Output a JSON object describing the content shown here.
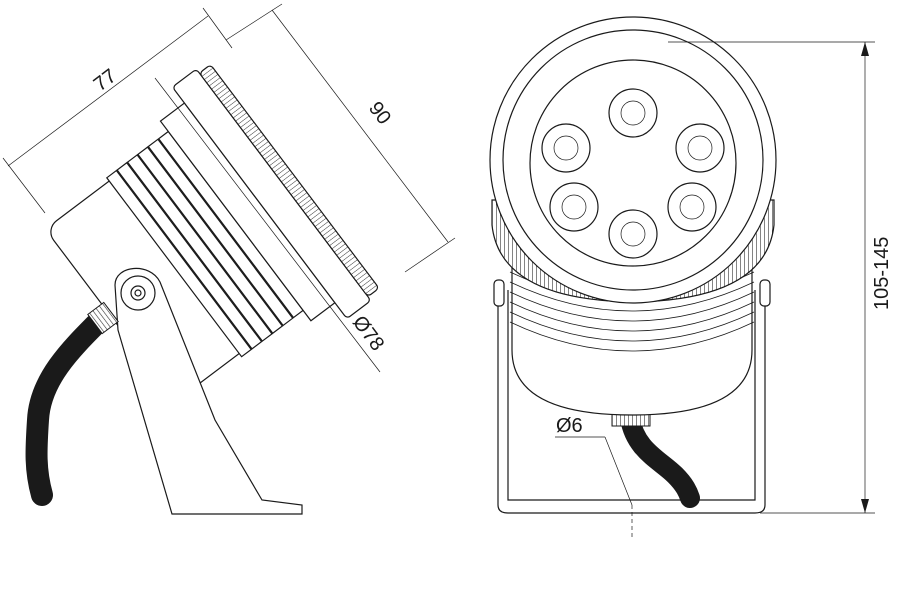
{
  "drawing": {
    "side_view": {
      "length_label": "77",
      "face_height_label": "90",
      "diameter_label": "Ø78"
    },
    "front_view": {
      "cable_diameter_label": "Ø6",
      "height_range_label": "105-145",
      "led_count": 6
    },
    "colors": {
      "line": "#1a1a1a",
      "cable": "#1a1a1a",
      "background": "#ffffff"
    }
  }
}
